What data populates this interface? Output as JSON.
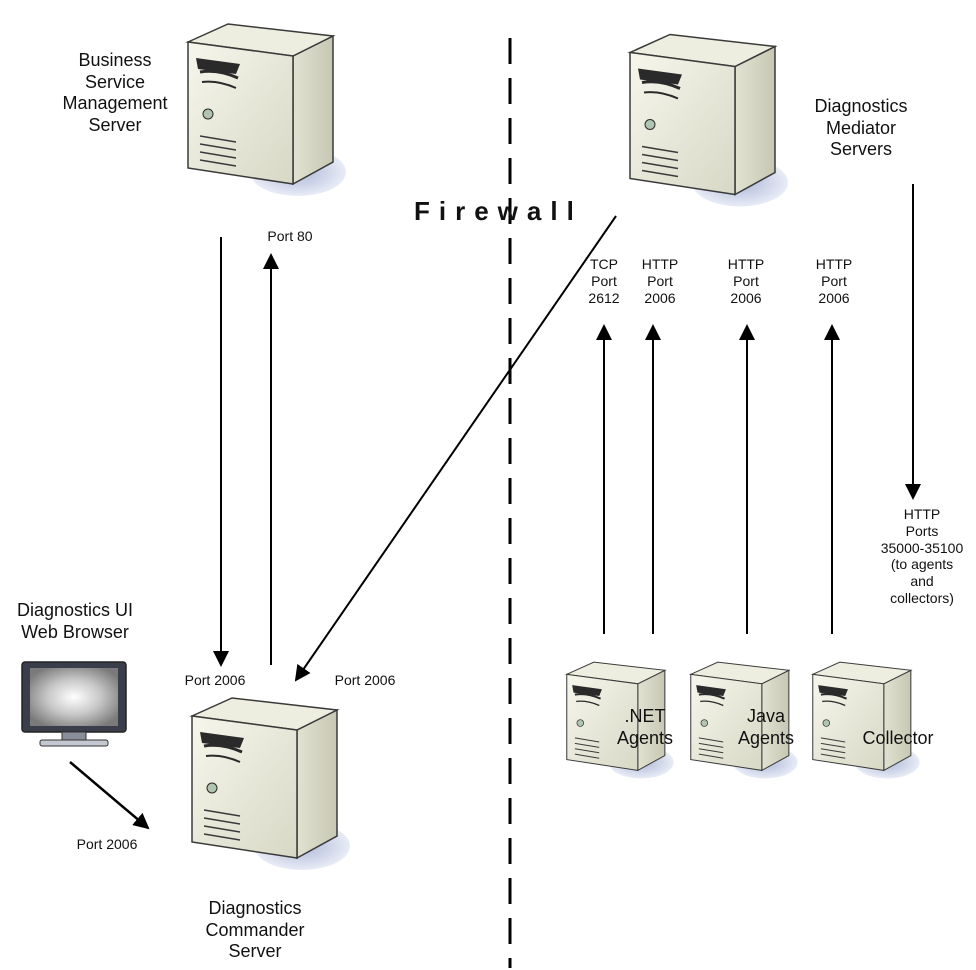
{
  "labels": {
    "bsm": "Business\nService\nManagement\nServer",
    "mediator": "Diagnostics\nMediator\nServers",
    "ui_browser": "Diagnostics UI\nWeb Browser",
    "commander": "Diagnostics\nCommander\nServer",
    "firewall": "Firewall",
    "net_agents": ".NET\nAgents",
    "java_agents": "Java\nAgents",
    "collector": "Collector"
  },
  "ports": {
    "bsm_port80": "Port 80",
    "commander_port2006_left": "Port 2006",
    "commander_port2006_right": "Port 2006",
    "browser_port2006": "Port 2006",
    "tcp_2612": "TCP\nPort\n2612",
    "http_2006_net": "HTTP\nPort\n2006",
    "http_2006_java": "HTTP\nPort\n2006",
    "http_2006_collector": "HTTP\nPort\n2006",
    "http_ports_agents": "HTTP\nPorts\n35000-35100\n(to agents\nand\ncollectors)"
  }
}
